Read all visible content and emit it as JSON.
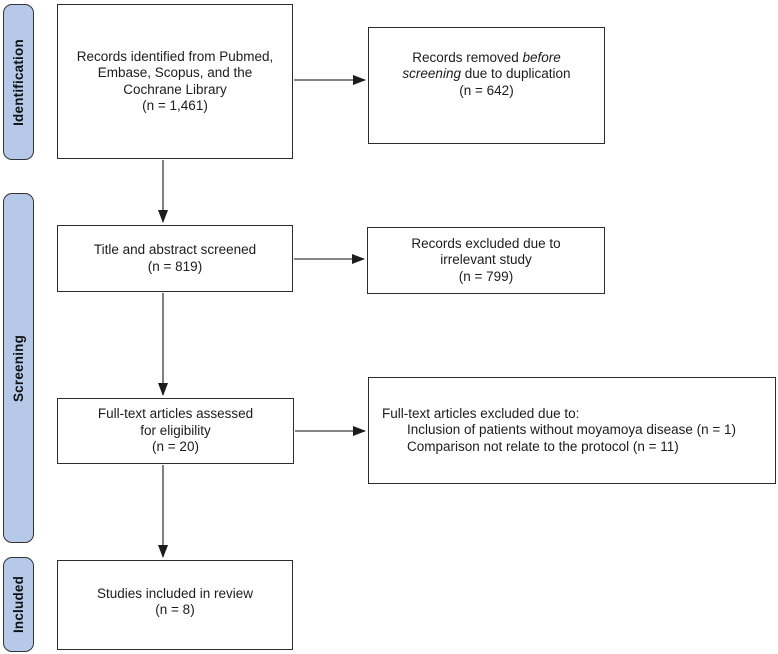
{
  "stages": [
    {
      "label": "Identification"
    },
    {
      "label": "Screening"
    },
    {
      "label": "Included"
    }
  ],
  "boxes": {
    "identified": {
      "lines": [
        "Records identified from Pubmed,",
        "Embase, Scopus, and the",
        "Cochrane Library",
        "(n = 1,461)"
      ]
    },
    "removed": {
      "line1_pre": "Records removed ",
      "line1_italic": "before",
      "line2_italic": "screening",
      "line2_post": " due to duplication",
      "line3": "(n = 642)"
    },
    "screened": {
      "lines": [
        "Title and abstract screened",
        "(n = 819)"
      ]
    },
    "excluded_irrelevant": {
      "lines": [
        "Records excluded due to",
        "irrelevant study",
        "(n = 799)"
      ]
    },
    "fulltext_assessed": {
      "lines": [
        "Full-text articles assessed",
        "for eligibility",
        "(n = 20)"
      ]
    },
    "fulltext_excluded": {
      "heading": "Full-text articles excluded due to:",
      "reasons": [
        "Inclusion of patients without moyamoya disease (n = 1)",
        "Comparison not relate to the protocol (n = 11)"
      ]
    },
    "included": {
      "lines": [
        "Studies included in review",
        "(n = 8)"
      ]
    }
  },
  "colors": {
    "stage_fill": "#b6c9e9",
    "stage_border": "#333333",
    "box_border": "#2d2d2d",
    "arrow": "#3c3c3c"
  }
}
